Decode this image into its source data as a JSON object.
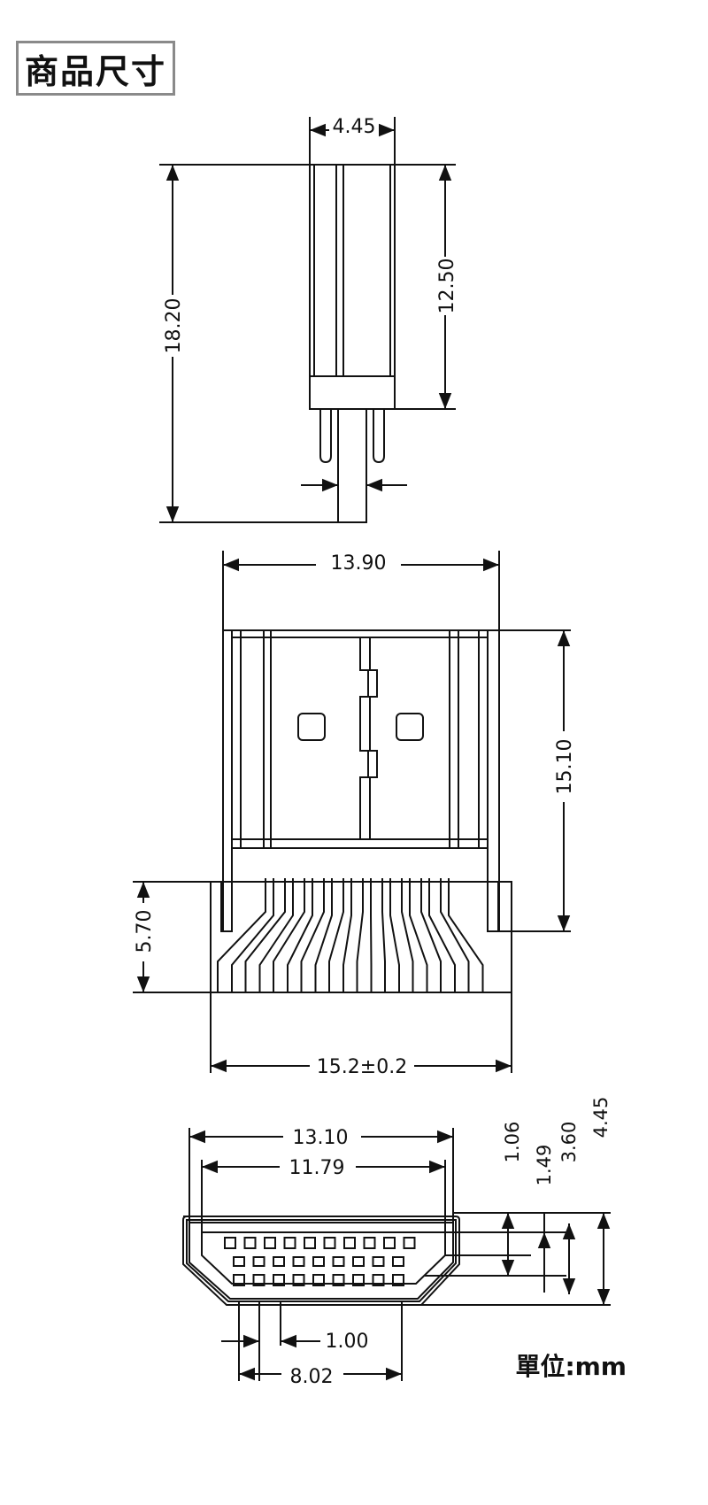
{
  "title": "商品尺寸",
  "unit_label": "單位:mm",
  "side_view": {
    "dim_top_width": "4.45",
    "dim_total_height": "18.20",
    "dim_body_height": "12.50"
  },
  "front_view": {
    "dim_top_width": "13.90",
    "dim_body_height": "15.10",
    "dim_pin_height": "5.70",
    "dim_bottom_width": "15.2±0.2"
  },
  "end_view": {
    "dim_outer_width": "13.10",
    "dim_inner_width": "11.79",
    "dim_pitch": "1.00",
    "dim_pin_span": "8.02",
    "dim_v1": "1.06",
    "dim_v2": "1.49",
    "dim_v3": "3.60",
    "dim_v4": "4.45"
  }
}
